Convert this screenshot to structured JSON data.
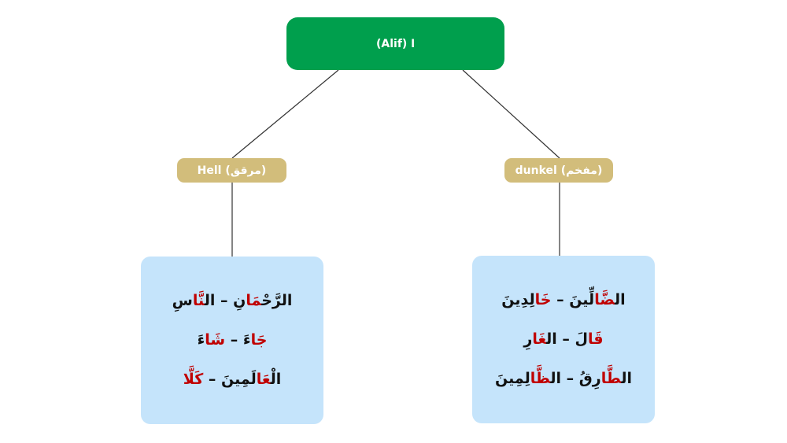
{
  "colors": {
    "root": "#009f4d",
    "branch": "#d2bd7b",
    "box": "#c5e4fb",
    "highlight": "#c00000",
    "text": "#111111",
    "line": "#333333"
  },
  "root": {
    "label": "(Alif) ا"
  },
  "branches": {
    "left": {
      "label": "Hell (مرقق)",
      "examples": [
        {
          "pre": "الرَّحْ",
          "hl": "مَا",
          "mid": "نِ – ال",
          "hl2": "نَّا",
          "post": "سِ"
        },
        {
          "pre": "",
          "hl": "جَا",
          "mid": "ءَ – ",
          "hl2": "شَا",
          "post": "ءَ"
        },
        {
          "pre": "الْ",
          "hl": "عَا",
          "mid": "لَمِينَ – ",
          "hl2": "كَلَّا",
          "post": ""
        }
      ]
    },
    "right": {
      "label": "dunkel (مفخم)",
      "examples": [
        {
          "pre": "ال",
          "hl": "ضَّا",
          "mid": "لِّينَ – ",
          "hl2": "خَا",
          "post": "لِدِينَ"
        },
        {
          "pre": "",
          "hl": "قَا",
          "mid": "لَ – ال",
          "hl2": "غَا",
          "post": "رِ"
        },
        {
          "pre": "ال",
          "hl": "طَّا",
          "mid": "رِقُ – ال",
          "hl2": "ظَّا",
          "post": "لِمِينَ"
        }
      ]
    }
  }
}
